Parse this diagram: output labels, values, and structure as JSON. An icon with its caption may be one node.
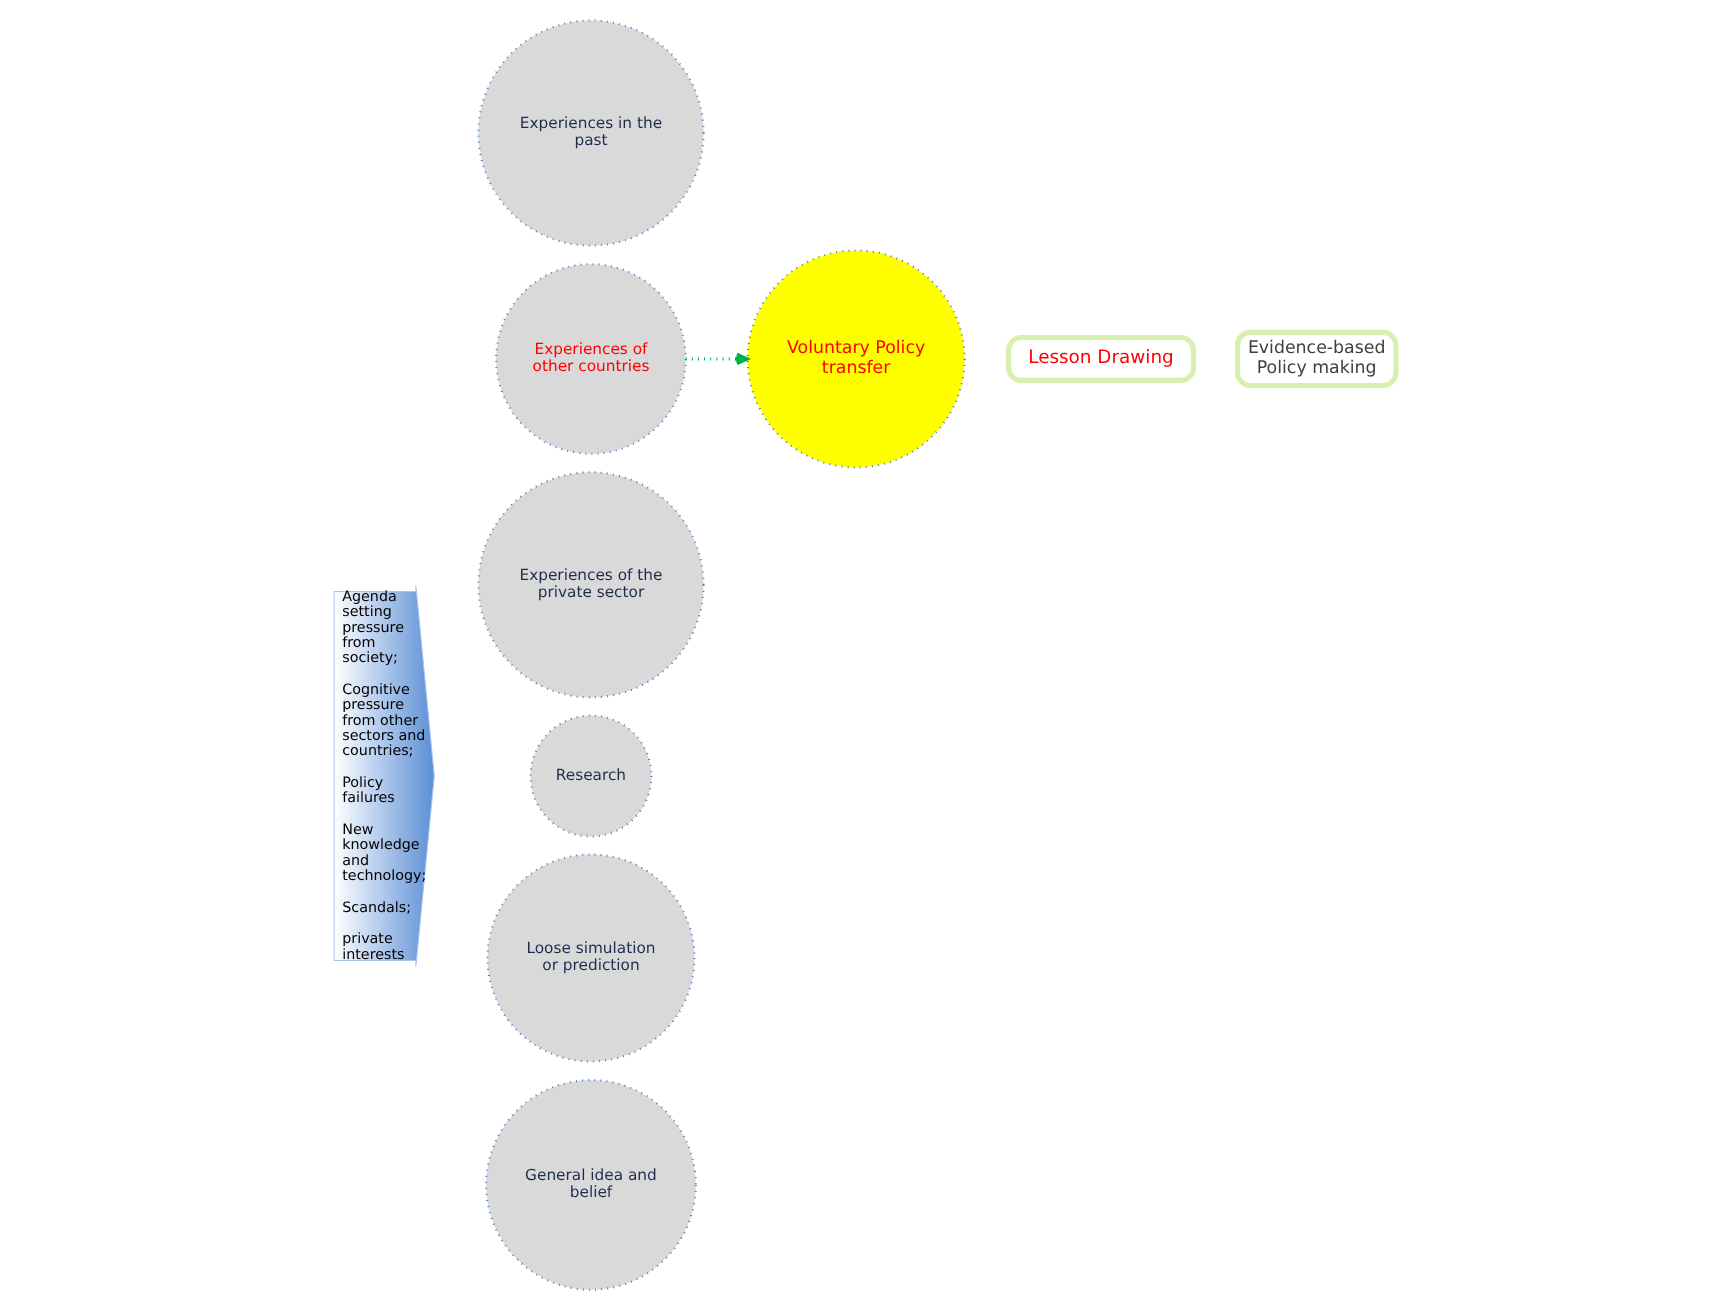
{
  "diagram": {
    "nodes": [
      {
        "text": [
          "Agenda setting pressure from society;",
          "Cognitive pressure from other sectors and countries;",
          "Policy failures",
          "New knowledge and technology;",
          "Scandals;",
          "private interests"
        ]
      },
      {
        "text": [
          "Experiences in the past"
        ]
      },
      {
        "text": [
          "Experiences of other countries"
        ]
      },
      {
        "text": [
          "Experiences of the private sector"
        ]
      },
      {
        "text": [
          "Research"
        ]
      },
      {
        "text": [
          "Loose simulation or prediction"
        ]
      },
      {
        "text": [
          "General idea and belief"
        ]
      },
      {
        "text": [
          "Voluntary Policy transfer"
        ]
      },
      {
        "text": [
          "Lesson Drawing"
        ]
      },
      {
        "text": [
          "Evidence-based Policy making"
        ]
      }
    ],
    "edges": [
      {
        "from": 2,
        "to": 7,
        "arrow": "to",
        "style": "dashed",
        "color": "#00b050"
      }
    ]
  }
}
